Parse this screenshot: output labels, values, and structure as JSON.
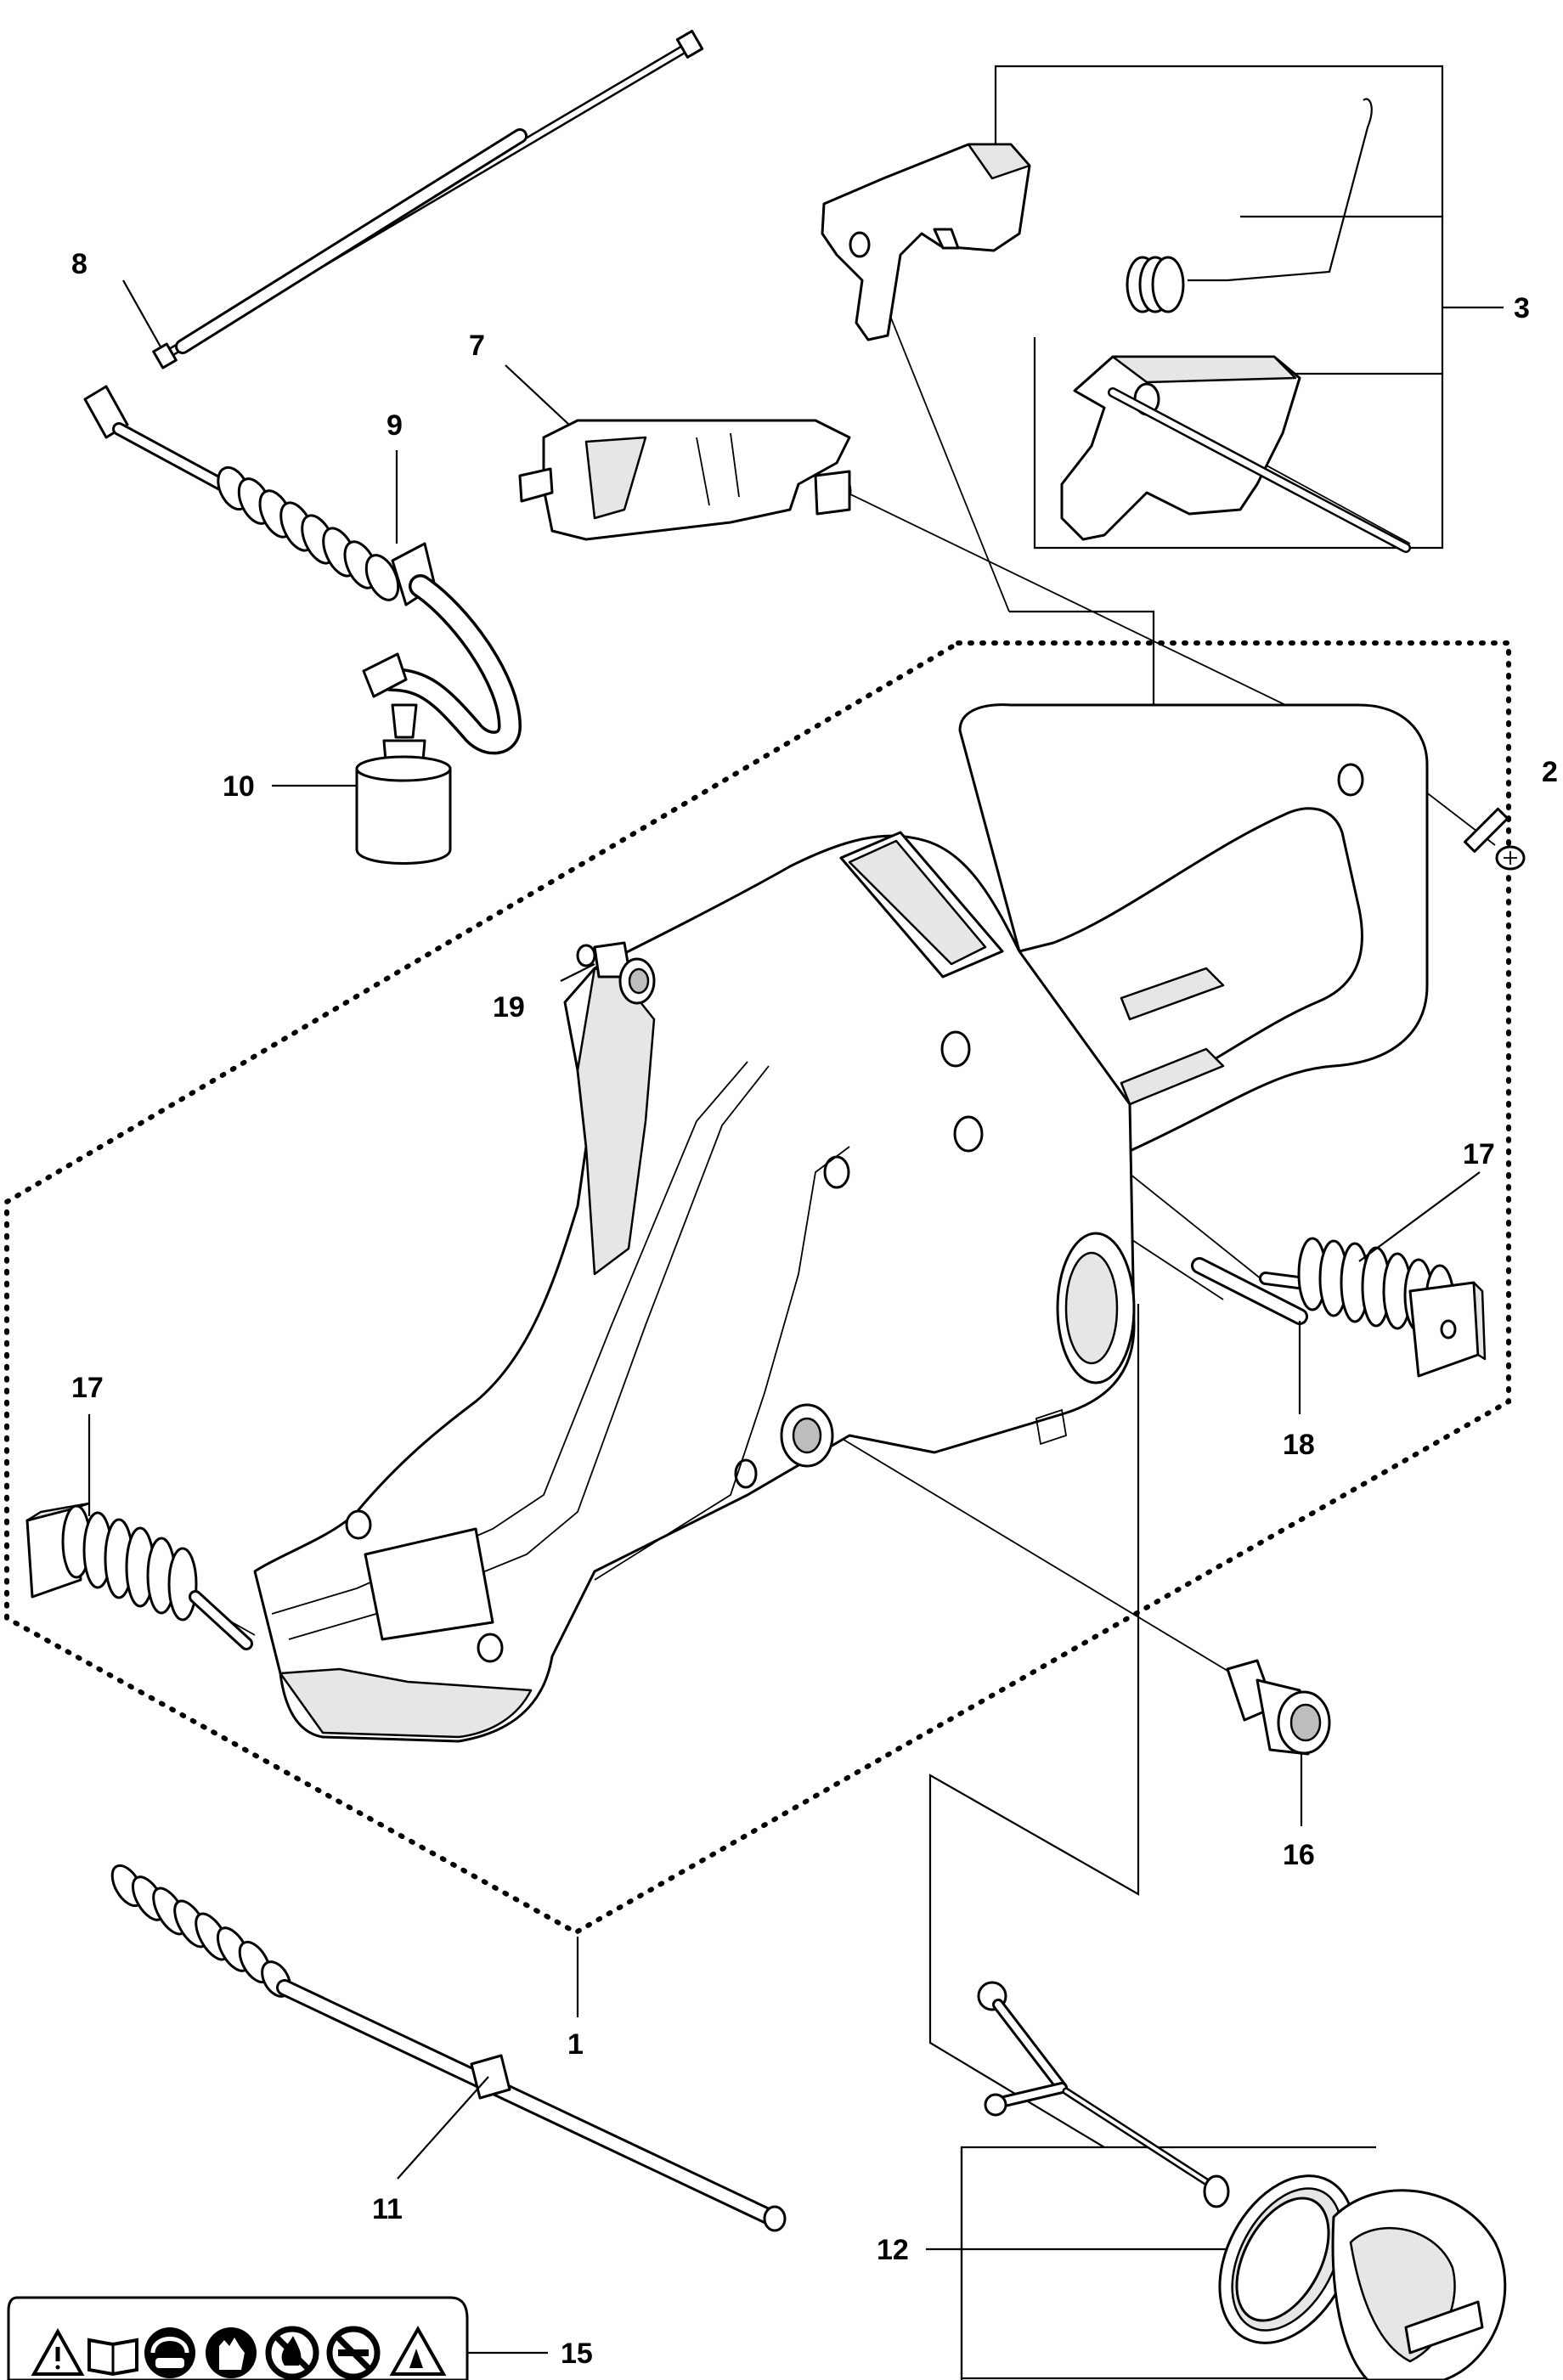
{
  "callouts": {
    "c1": "1",
    "c2": "2",
    "c3": "3",
    "c7": "7",
    "c8": "8",
    "c9": "9",
    "c10": "10",
    "c11": "11",
    "c12": "12",
    "c15": "15",
    "c16": "16",
    "c17a": "17",
    "c17b": "17",
    "c18": "18",
    "c19": "19"
  },
  "icons": {
    "decal": [
      "warning-triangle-icon",
      "manual-book-icon",
      "hearing-eye-protection-icon",
      "glove-icon",
      "no-fire-icon",
      "no-smoking-icon",
      "fuel-hazard-icon"
    ]
  }
}
